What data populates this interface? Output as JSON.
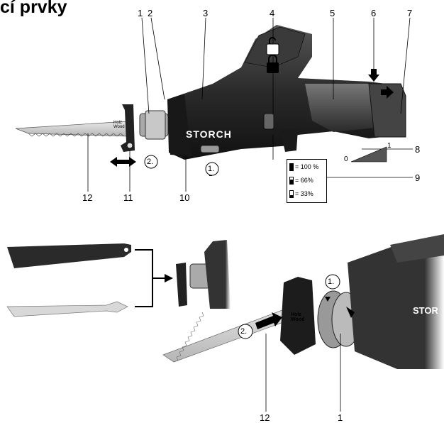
{
  "title": "cí prvky",
  "callouts": {
    "n1": "1",
    "n2": "2",
    "n3": "3",
    "n4": "4",
    "n5": "5",
    "n6": "6",
    "n7": "7",
    "n8": "8",
    "n9": "9",
    "n10": "10",
    "n11": "11",
    "n12": "12",
    "b1": "12",
    "b2": "1"
  },
  "steps": {
    "s1": "1.",
    "s2": "2.",
    "s3": "1.",
    "s4": "2."
  },
  "brand": "STORCH",
  "brand_partial": "STOR",
  "blade_text": "Holz\nWood",
  "legend": {
    "full": "= 100 %",
    "two_thirds": "= 66%",
    "one_third": "= 33%",
    "full_fill": 1.0,
    "two_thirds_fill": 0.66,
    "one_third_fill": 0.33
  },
  "speed_scale": {
    "min": "0",
    "max": "1"
  },
  "colors": {
    "body": "#2b2b2b",
    "grip": "#3a3a3a",
    "blade": "#cfcfcf",
    "bg": "#ffffff"
  }
}
